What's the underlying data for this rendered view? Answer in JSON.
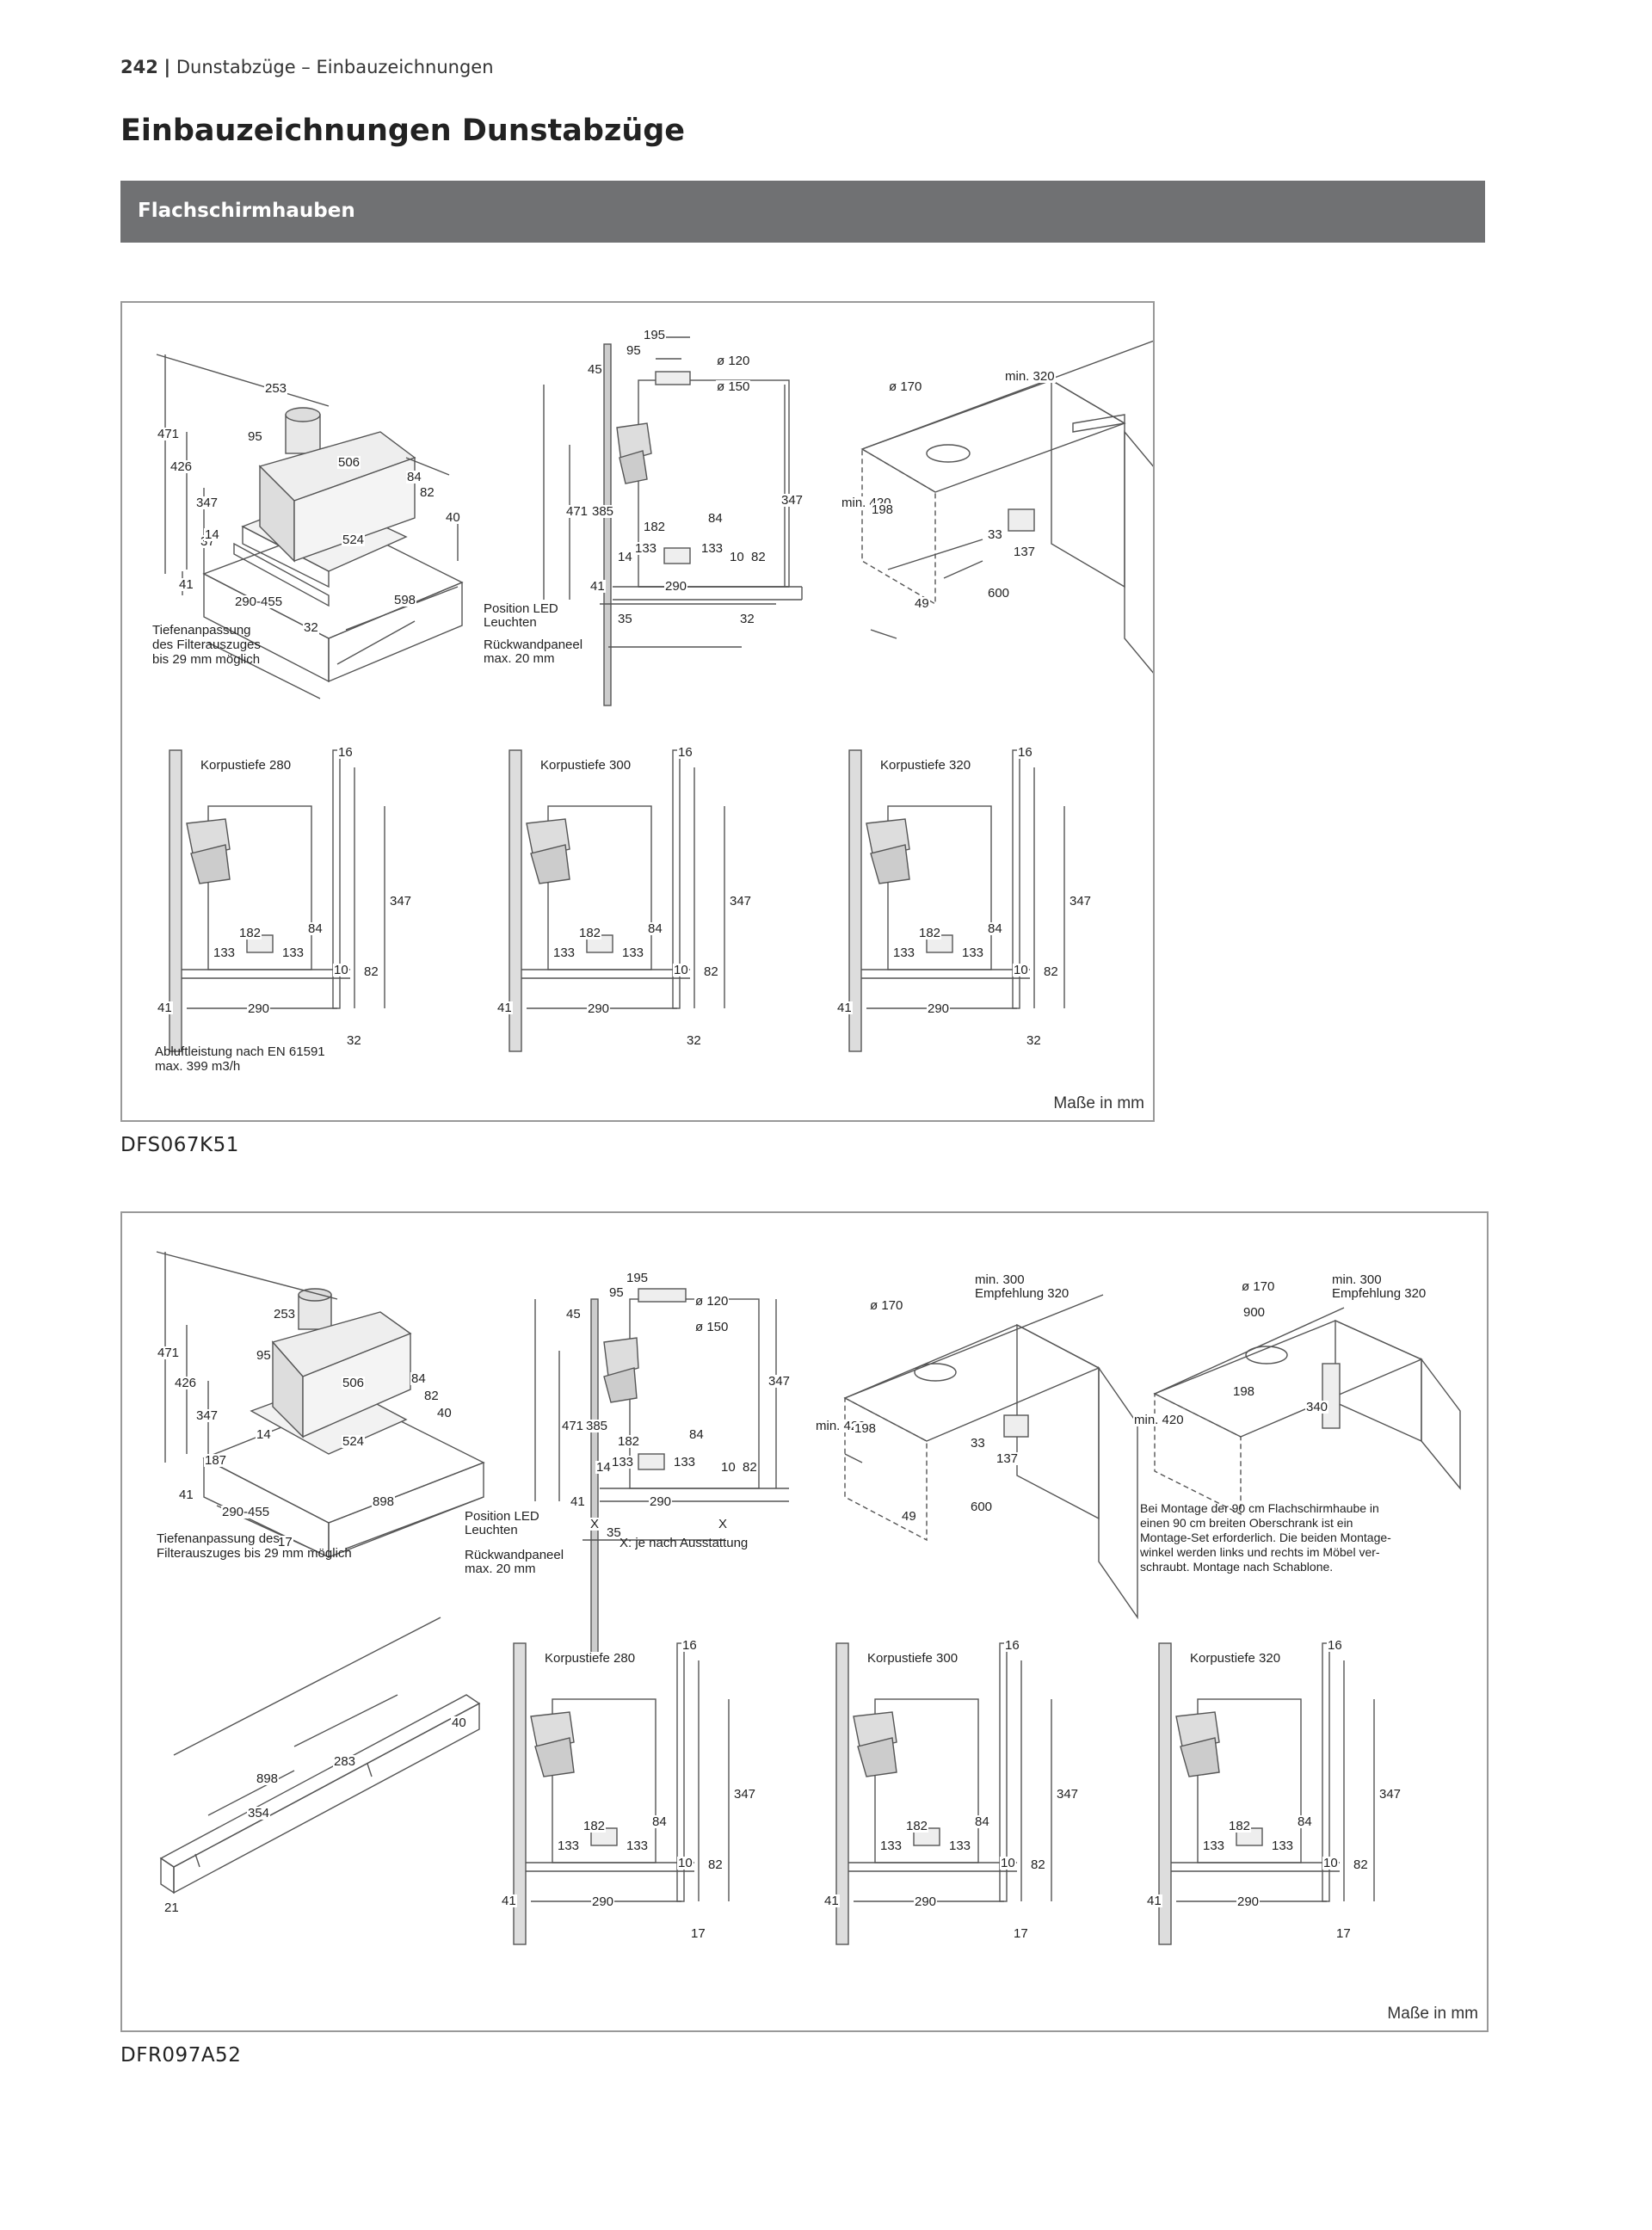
{
  "header": {
    "page_number": "242",
    "separator": "|",
    "section": "Dunstabzüge – Einbauzeichnungen"
  },
  "page_title": "Einbauzeichnungen Dunstabzüge",
  "category_band": "Flachschirmhauben",
  "panel1": {
    "units": "Maße in mm",
    "model": "DFS067K51",
    "notes": {
      "tiefenanpassung": [
        "Tiefenanpassung",
        "des Filterauszuges",
        "bis 29 mm möglich"
      ],
      "position_led": [
        "Position LED",
        "Leuchten"
      ],
      "rueckwand": [
        "Rückwandpaneel",
        "max. 20 mm"
      ],
      "abluft": [
        "Abluftleistung nach EN 61591",
        "max. 399 m3/h"
      ]
    },
    "iso_dims": [
      "253",
      "471",
      "95",
      "426",
      "506",
      "84",
      "82",
      "347",
      "40",
      "37",
      "14",
      "524",
      "41",
      "290-455",
      "598",
      "32"
    ],
    "side_dims": [
      "195",
      "95",
      "45",
      "ø 120",
      "ø 150",
      "471",
      "385",
      "347",
      "182",
      "84",
      "133",
      "133",
      "14",
      "10",
      "82",
      "41",
      "290",
      "35",
      "32"
    ],
    "cab_dims": [
      "ø 170",
      "min. 320",
      "min. 420",
      "198",
      "33",
      "137",
      "600",
      "49"
    ],
    "sections": [
      {
        "label": "Korpustiefe 280",
        "d16": "16",
        "d347": "347",
        "d182": "182",
        "d84": "84",
        "d133a": "133",
        "d133b": "133",
        "d10": "10",
        "d82": "82",
        "d41": "41",
        "d290": "290",
        "d32": "32"
      },
      {
        "label": "Korpustiefe 300",
        "d16": "16",
        "d347": "347",
        "d182": "182",
        "d84": "84",
        "d133a": "133",
        "d133b": "133",
        "d10": "10",
        "d82": "82",
        "d41": "41",
        "d290": "290",
        "d32": "32"
      },
      {
        "label": "Korpustiefe 320",
        "d16": "16",
        "d347": "347",
        "d182": "182",
        "d84": "84",
        "d133a": "133",
        "d133b": "133",
        "d10": "10",
        "d82": "82",
        "d41": "41",
        "d290": "290",
        "d32": "32"
      }
    ]
  },
  "panel2": {
    "units": "Maße in mm",
    "model": "DFR097A52",
    "notes": {
      "tiefenanpassung": [
        "Tiefenanpassung des",
        "Filterauszuges bis 29 mm möglich"
      ],
      "position_led": [
        "Position LED",
        "Leuchten"
      ],
      "rueckwand": [
        "Rückwandpaneel",
        "max. 20 mm"
      ],
      "x_note": "X: je nach Ausstattung",
      "montage": [
        "Bei Montage der 90 cm Flachschirmhaube in",
        "einen 90 cm breiten Oberschrank ist ein",
        "Montage-Set erforderlich. Die beiden Montage-",
        "winkel werden links und rechts im Möbel ver-",
        "schraubt. Montage nach Schablone."
      ]
    },
    "iso_dims": [
      "253",
      "471",
      "95",
      "426",
      "506",
      "84",
      "82",
      "40",
      "347",
      "14",
      "524",
      "187",
      "41",
      "290-455",
      "898",
      "17"
    ],
    "side_dims": [
      "195",
      "95",
      "45",
      "ø 120",
      "ø 150",
      "471",
      "385",
      "347",
      "182",
      "84",
      "133",
      "133",
      "14",
      "10",
      "82",
      "41",
      "290",
      "X",
      "X",
      "35"
    ],
    "cab1_dims": [
      "ø 170",
      "min. 300",
      "Empfehlung 320",
      "min. 420",
      "198",
      "33",
      "137",
      "600",
      "49"
    ],
    "cab2_dims": [
      "ø 170",
      "min. 300",
      "Empfehlung 320",
      "900",
      "198",
      "340",
      "min. 420"
    ],
    "rail_dims": [
      "898",
      "283",
      "354",
      "40",
      "21"
    ],
    "sections": [
      {
        "label": "Korpustiefe 280",
        "d16": "16",
        "d347": "347",
        "d182": "182",
        "d84": "84",
        "d133a": "133",
        "d133b": "133",
        "d10": "10",
        "d82": "82",
        "d41": "41",
        "d290": "290",
        "d32": "17"
      },
      {
        "label": "Korpustiefe 300",
        "d16": "16",
        "d347": "347",
        "d182": "182",
        "d84": "84",
        "d133a": "133",
        "d133b": "133",
        "d10": "10",
        "d82": "82",
        "d41": "41",
        "d290": "290",
        "d32": "17"
      },
      {
        "label": "Korpustiefe 320",
        "d16": "16",
        "d347": "347",
        "d182": "182",
        "d84": "84",
        "d133a": "133",
        "d133b": "133",
        "d10": "10",
        "d82": "82",
        "d41": "41",
        "d290": "290",
        "d32": "17"
      }
    ]
  }
}
